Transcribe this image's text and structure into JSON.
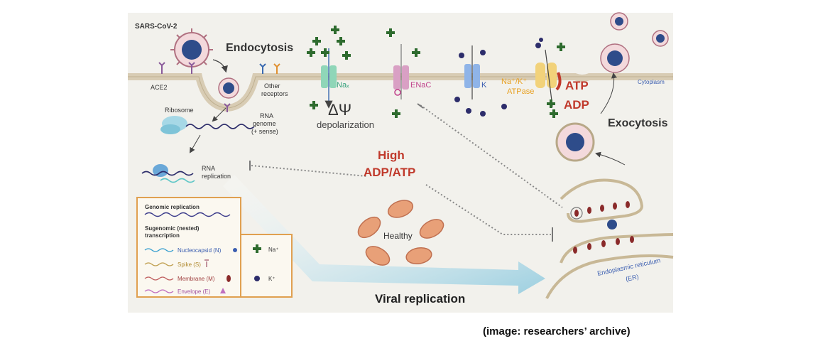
{
  "labels": {
    "virus": "SARS-CoV-2",
    "endocytosis": "Endocytosis",
    "ace2": "ACE2",
    "other_receptors_1": "Other",
    "other_receptors_2": "receptors",
    "ribosome": "Ribosome",
    "rna_genome_1": "RNA",
    "rna_genome_2": "genome",
    "rna_genome_3": "(+ sense)",
    "rna_replication_1": "RNA",
    "rna_replication_2": "replication",
    "nax": "Naₓ",
    "delta_psi": "ΔΨ",
    "depolarization": "depolarization",
    "enac": "ENaC",
    "k_channel": "K",
    "atpase_1": "Na⁺/K⁺",
    "atpase_2": "ATPase",
    "atp": "ATP",
    "adp": "ADP",
    "cytoplasm": "Cytoplasm",
    "exocytosis": "Exocytosis",
    "high_1": "High",
    "high_2": "ADP/ATP",
    "healthy": "Healthy",
    "viral_replication": "Viral replication",
    "er_1": "Endoplasmic reticulum",
    "er_2": "(ER)"
  },
  "legend": {
    "genomic_replication": "Genomic replication",
    "subgenomic_1": "Sugenomic (nested)",
    "subgenomic_2": "transcription",
    "nucleocapsid": "Nucleocapsid (N)",
    "spike": "Spike (S)",
    "membrane": "Membrane (M)",
    "envelope": "Envelope (E)",
    "na": "Na⁺",
    "k": "K⁺"
  },
  "credit": "(image: researchers’ archive)",
  "colors": {
    "background": "#f2f1ec",
    "membrane": "#d8ccb4",
    "legend_border": "#e0a050",
    "na_ion": "#2e6b2e",
    "k_ion": "#2d2d6b",
    "red_text": "#c0392b",
    "atpase_text": "#e8a020",
    "enac_text": "#c0408a",
    "nax_text": "#3aa37f",
    "k_text": "#3a5db0",
    "arrow": "#a8d4e0",
    "mito": "#e8a078"
  },
  "icons": [
    "virus-icon",
    "receptor-icon",
    "ribosome-icon",
    "ion-channel-icon",
    "mitochondria-icon",
    "inhibition-icon"
  ]
}
